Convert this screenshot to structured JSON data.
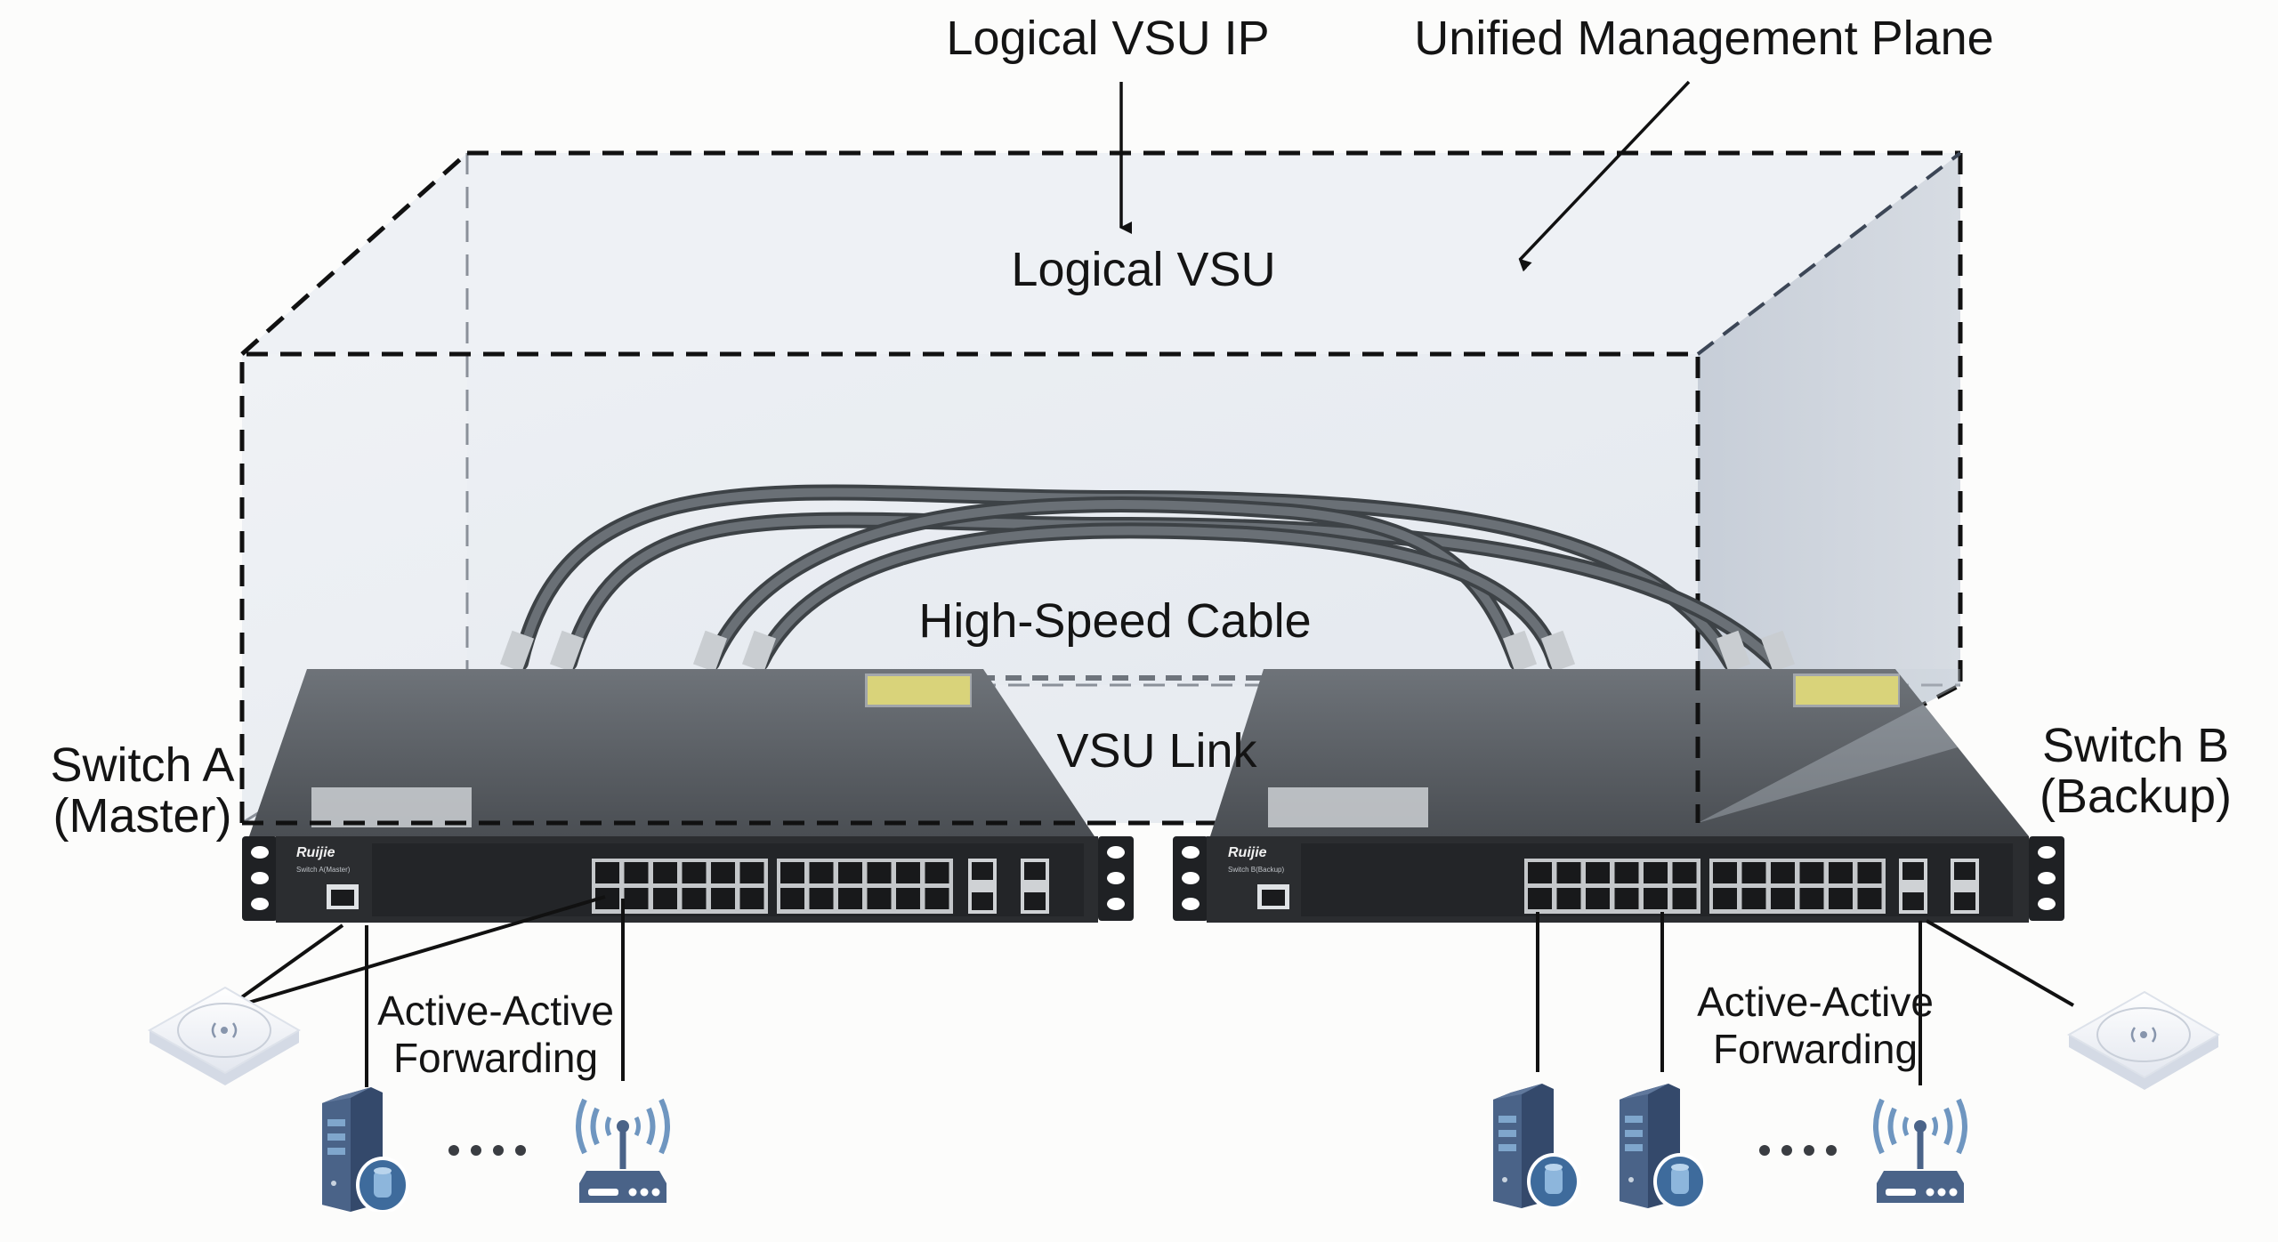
{
  "diagram": {
    "title_labels": {
      "logical_vsu_ip": "Logical VSU IP",
      "unified_management_plane": "Unified Management Plane",
      "logical_vsu": "Logical VSU",
      "high_speed_cable": "High-Speed Cable",
      "vsu_link": "VSU Link"
    },
    "switches": [
      {
        "id": "switch-a",
        "label_line1": "Switch A",
        "label_line2": "(Master)",
        "brand": "Ruijie",
        "panel_text": "Switch A(Master)",
        "role": "Master"
      },
      {
        "id": "switch-b",
        "label_line1": "Switch B",
        "label_line2": "(Backup)",
        "brand": "Ruijie",
        "panel_text": "Switch B(Backup)",
        "role": "Backup"
      }
    ],
    "forwarding": {
      "left_line1": "Active-Active",
      "left_line2": "Forwarding",
      "right_line1": "Active-Active",
      "right_line2": "Forwarding"
    },
    "endpoints": {
      "left": [
        "access-point",
        "server",
        "ellipsis",
        "wireless-router"
      ],
      "right": [
        "server",
        "server",
        "ellipsis",
        "wireless-router",
        "access-point"
      ],
      "ellipsis_text": "...."
    },
    "colors": {
      "box_fill": "#e6ebf1",
      "box_side_fill": "#c9d0da",
      "switch_body": "#2b2d30",
      "switch_top": "#7b8087",
      "cable": "#5a6066",
      "device_blue": "#4a6a94",
      "accent_blue": "#5b86b5",
      "label_yellow": "#d9d37a"
    }
  }
}
